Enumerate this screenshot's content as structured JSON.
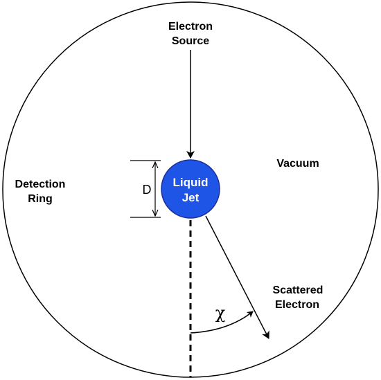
{
  "labels": {
    "electron_source": [
      "Electron",
      "Source"
    ],
    "vacuum": "Vacuum",
    "detection_ring": [
      "Detection",
      "Ring"
    ],
    "diameter": "D",
    "liquid_jet": [
      "Liquid",
      "Jet"
    ],
    "scattered_electron": [
      "Scattered",
      "Electron"
    ],
    "angle": "χ"
  },
  "colors": {
    "jet_fill": "#1f55e6",
    "jet_stroke": "#1a2f99",
    "line": "#000000",
    "jet_text": "#ffffff"
  }
}
